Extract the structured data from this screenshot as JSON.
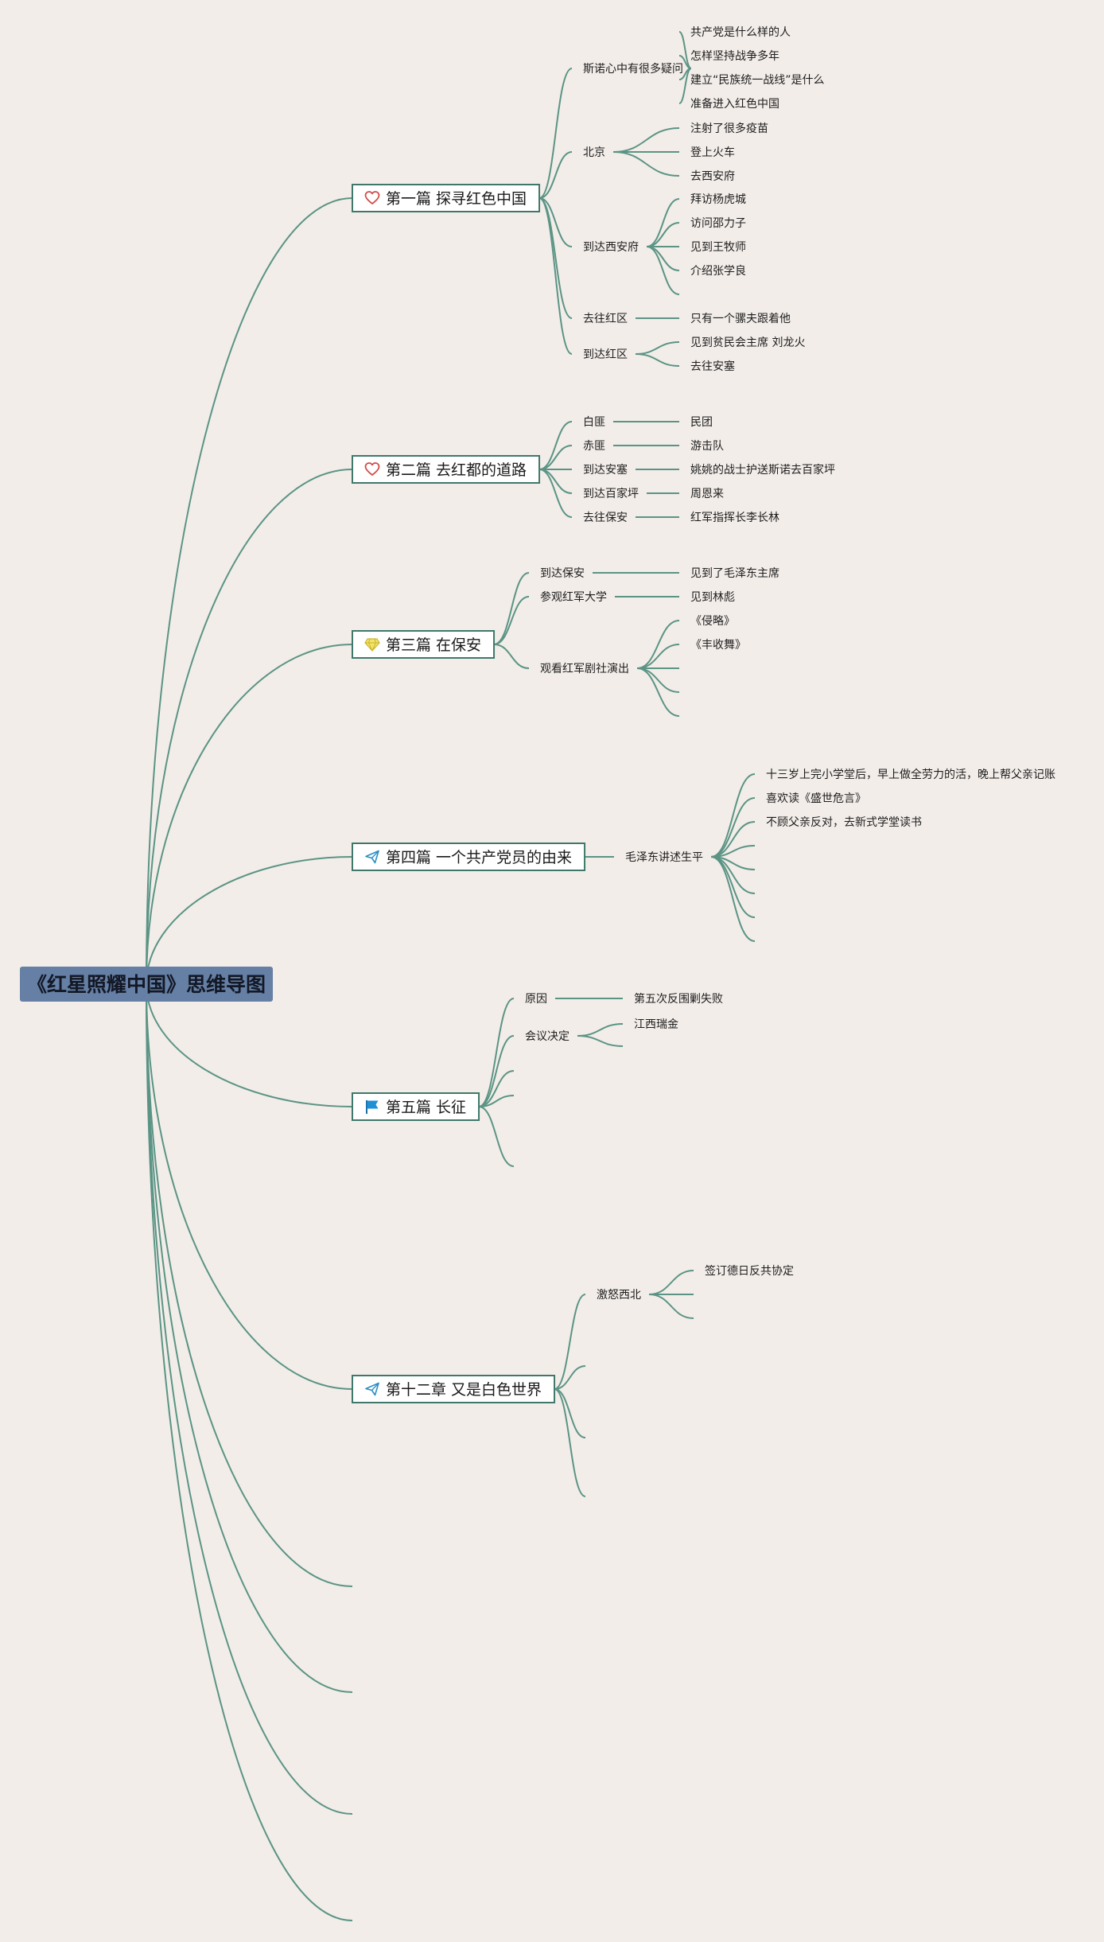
{
  "root": {
    "label": "《红星照耀中国》思维导图"
  },
  "chapters": [
    {
      "label": "第一篇 探寻红色中国",
      "icon": "heart-icon",
      "children": [
        {
          "label": "斯诺心中有很多疑问",
          "children": [
            {
              "label": "共产党是什么样的人"
            },
            {
              "label": "怎样坚持战争多年"
            },
            {
              "label": "建立“民族统一战线”是什么"
            },
            {
              "label": "准备进入红色中国"
            }
          ]
        },
        {
          "label": "北京",
          "children": [
            {
              "label": "注射了很多疫苗"
            },
            {
              "label": "登上火车"
            },
            {
              "label": "去西安府"
            }
          ]
        },
        {
          "label": "到达西安府",
          "children": [
            {
              "label": "拜访杨虎城"
            },
            {
              "label": "访问邵力子"
            },
            {
              "label": "见到王牧师"
            },
            {
              "label": "介绍张学良"
            },
            {
              "label": ""
            }
          ]
        },
        {
          "label": "去往红区",
          "children": [
            {
              "label": "只有一个骡夫跟着他"
            }
          ]
        },
        {
          "label": "到达红区",
          "children": [
            {
              "label": "见到贫民会主席 刘龙火"
            },
            {
              "label": "去往安塞"
            }
          ]
        }
      ]
    },
    {
      "label": "第二篇 去红都的道路",
      "icon": "heart-icon",
      "children": [
        {
          "label": "白匪",
          "children": [
            {
              "label": "民团"
            }
          ]
        },
        {
          "label": "赤匪",
          "children": [
            {
              "label": "游击队"
            }
          ]
        },
        {
          "label": "到达安塞",
          "children": [
            {
              "label": "姚姚的战士护送斯诺去百家坪"
            }
          ]
        },
        {
          "label": "到达百家坪",
          "children": [
            {
              "label": "周恩来"
            }
          ]
        },
        {
          "label": "去往保安",
          "children": [
            {
              "label": "红军指挥长李长林"
            }
          ]
        }
      ]
    },
    {
      "label": "第三篇 在保安",
      "icon": "gem-icon",
      "children": [
        {
          "label": "到达保安",
          "children": [
            {
              "label": "见到了毛泽东主席"
            }
          ]
        },
        {
          "label": "参观红军大学",
          "children": [
            {
              "label": "见到林彪"
            }
          ]
        },
        {
          "label": "观看红军剧社演出",
          "children": [
            {
              "label": "《侵略》"
            },
            {
              "label": "《丰收舞》"
            },
            {
              "label": ""
            },
            {
              "label": ""
            },
            {
              "label": ""
            }
          ]
        }
      ]
    },
    {
      "label": "第四篇 一个共产党员的由来",
      "icon": "paper-plane-icon",
      "children": [
        {
          "label": "毛泽东讲述生平",
          "children": [
            {
              "label": "十三岁上完小学堂后，早上做全劳力的活，晚上帮父亲记账"
            },
            {
              "label": "喜欢读《盛世危言》"
            },
            {
              "label": "不顾父亲反对，去新式学堂读书"
            },
            {
              "label": ""
            },
            {
              "label": ""
            },
            {
              "label": ""
            },
            {
              "label": ""
            },
            {
              "label": ""
            }
          ]
        }
      ]
    },
    {
      "label": "第五篇 长征",
      "icon": "flag-icon",
      "children": [
        {
          "label": "原因",
          "children": [
            {
              "label": "第五次反围剿失败"
            }
          ]
        },
        {
          "label": "会议决定",
          "children": [
            {
              "label": "江西瑞金"
            },
            {
              "label": ""
            }
          ]
        },
        {
          "label": ""
        },
        {
          "label": ""
        },
        {
          "label": ""
        }
      ]
    },
    {
      "label": "第十二章 又是白色世界",
      "icon": "paper-plane-icon",
      "children": [
        {
          "label": "激怒西北",
          "children": [
            {
              "label": "签订德日反共协定"
            },
            {
              "label": ""
            },
            {
              "label": ""
            }
          ]
        },
        {
          "label": ""
        },
        {
          "label": ""
        },
        {
          "label": ""
        }
      ]
    },
    {
      "label": "",
      "children": []
    },
    {
      "label": "",
      "children": []
    },
    {
      "label": "",
      "children": []
    },
    {
      "label": "",
      "children": []
    }
  ],
  "colors": {
    "background": "#f2ede9",
    "link": "#5b9485",
    "root_fill": "#667fa4",
    "chapter_border": "#3f786a",
    "heart": "#d14a4a",
    "gem": "#e9d84a",
    "plane": "#2a8fc4",
    "flag": "#1f8fd6"
  }
}
